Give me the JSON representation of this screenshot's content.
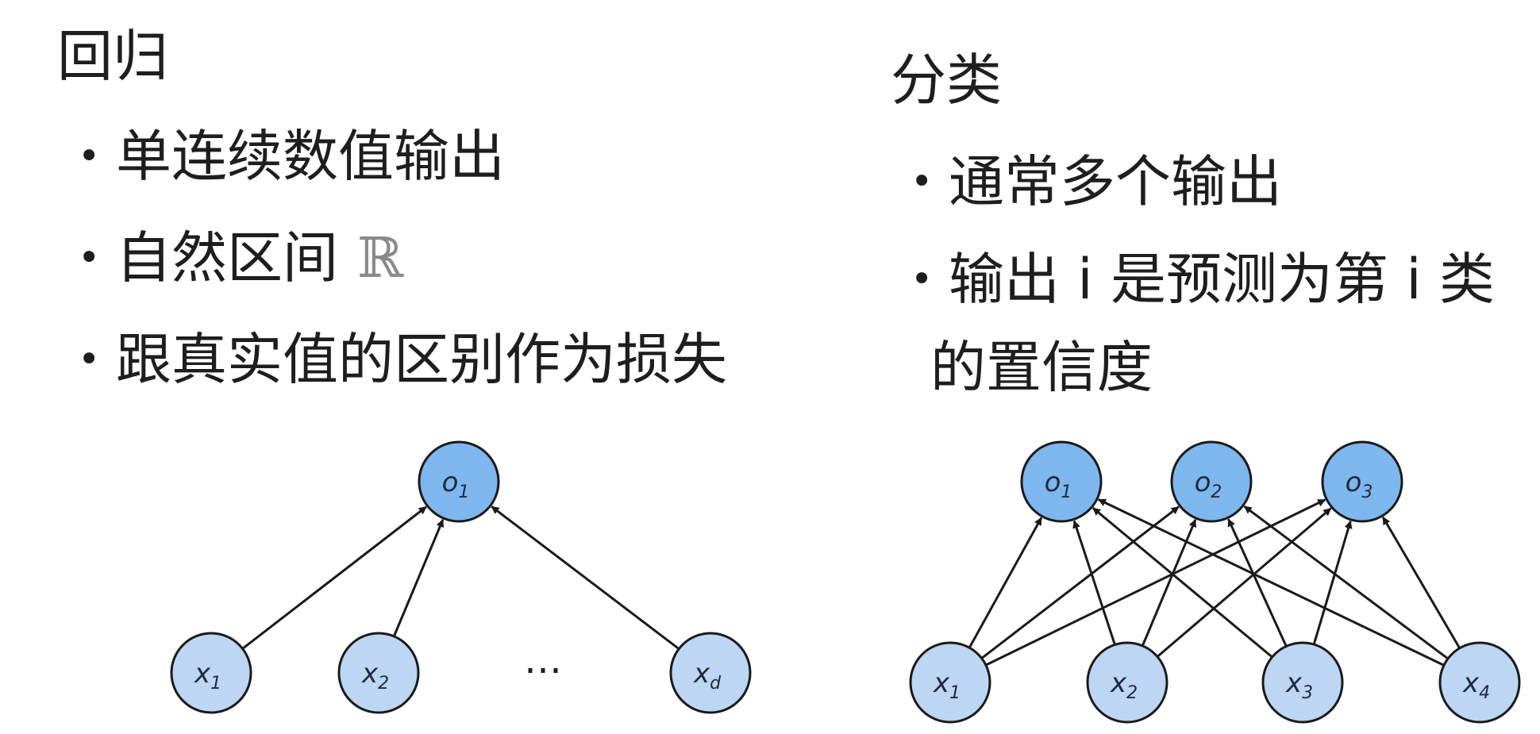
{
  "regression": {
    "title": "回归",
    "bullets": [
      "单连续数值输出",
      "自然区间",
      "跟真实值的区别作为损失"
    ],
    "real_symbol": "ℝ",
    "diagram": {
      "output": {
        "base": "o",
        "sub": "1"
      },
      "inputs": [
        {
          "base": "x",
          "sub": "1"
        },
        {
          "base": "x",
          "sub": "2"
        },
        {
          "base": "x",
          "sub": "d"
        }
      ],
      "ellipsis": "…"
    }
  },
  "classification": {
    "title": "分类",
    "bullets": [
      "通常多个输出",
      "输出 i 是预测为第 i 类"
    ],
    "bullet2_cont": "的置信度",
    "diagram": {
      "outputs": [
        {
          "base": "o",
          "sub": "1"
        },
        {
          "base": "o",
          "sub": "2"
        },
        {
          "base": "o",
          "sub": "3"
        }
      ],
      "inputs": [
        {
          "base": "x",
          "sub": "1"
        },
        {
          "base": "x",
          "sub": "2"
        },
        {
          "base": "x",
          "sub": "3"
        },
        {
          "base": "x",
          "sub": "4"
        }
      ]
    }
  },
  "colors": {
    "output_fill": "#7eb6ee",
    "input_fill": "#bcd6f4",
    "stroke": "#1a1a1a"
  }
}
